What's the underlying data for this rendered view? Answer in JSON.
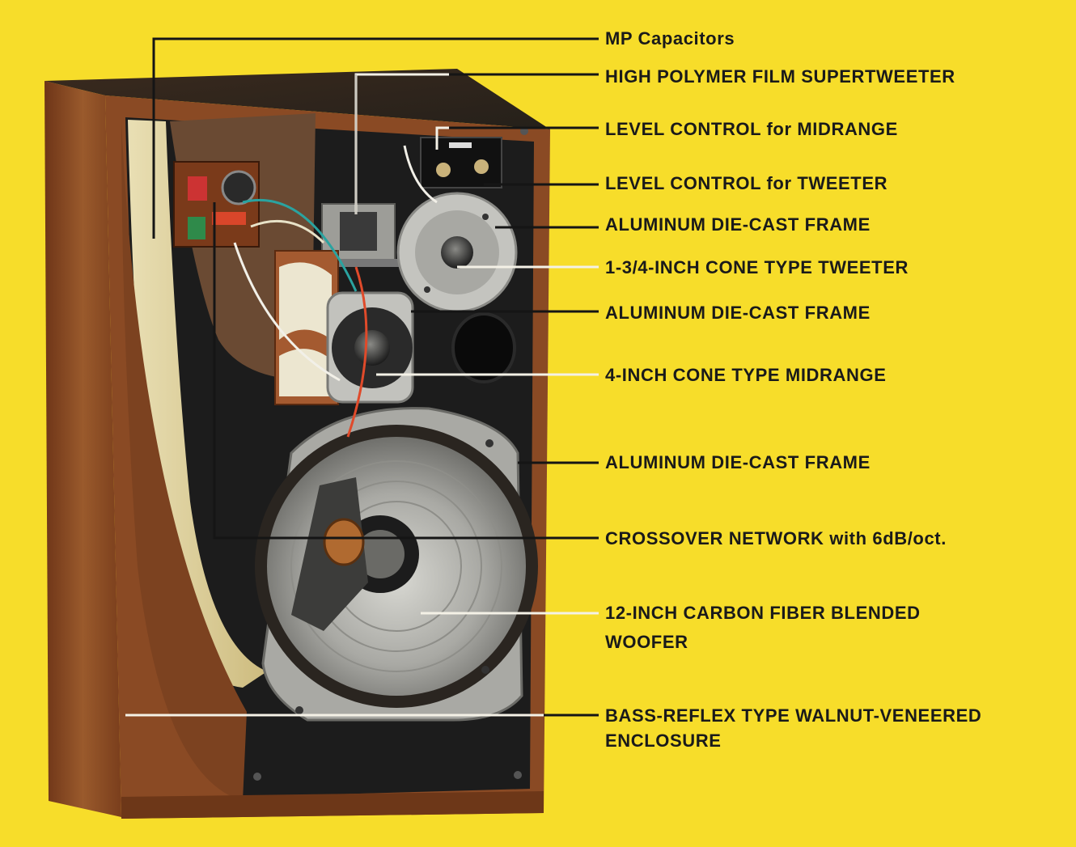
{
  "labels": [
    {
      "id": "mp-capacitors",
      "text": "MP Capacitors"
    },
    {
      "id": "supertweeter",
      "text": "HIGH POLYMER FILM SUPERTWEETER"
    },
    {
      "id": "level-midrange",
      "text": "LEVEL CONTROL for MIDRANGE"
    },
    {
      "id": "level-tweeter",
      "text": "LEVEL CONTROL for TWEETER"
    },
    {
      "id": "frame-tweeter",
      "text": "ALUMINUM DIE-CAST FRAME"
    },
    {
      "id": "cone-tweeter",
      "text": "1-3/4-INCH CONE TYPE TWEETER"
    },
    {
      "id": "frame-midrange",
      "text": "ALUMINUM DIE-CAST FRAME"
    },
    {
      "id": "midrange",
      "text": "4-INCH CONE TYPE MIDRANGE"
    },
    {
      "id": "frame-woofer",
      "text": "ALUMINUM DIE-CAST FRAME"
    },
    {
      "id": "crossover",
      "text": "CROSSOVER NETWORK with 6dB/oct."
    },
    {
      "id": "woofer",
      "line1": "12-INCH CARBON FIBER BLENDED",
      "line2": "WOOFER"
    },
    {
      "id": "enclosure",
      "line1": "BASS-REFLEX TYPE WALNUT-VENEERED",
      "line2": "ENCLOSURE"
    }
  ],
  "colors": {
    "background": "#f7dd2a",
    "walnut": "#8a4a24",
    "baffle": "#1c1c1c",
    "aluminum": "#b9b9b4",
    "leader_dark": "#151515",
    "leader_light": "#f4f1e6"
  }
}
